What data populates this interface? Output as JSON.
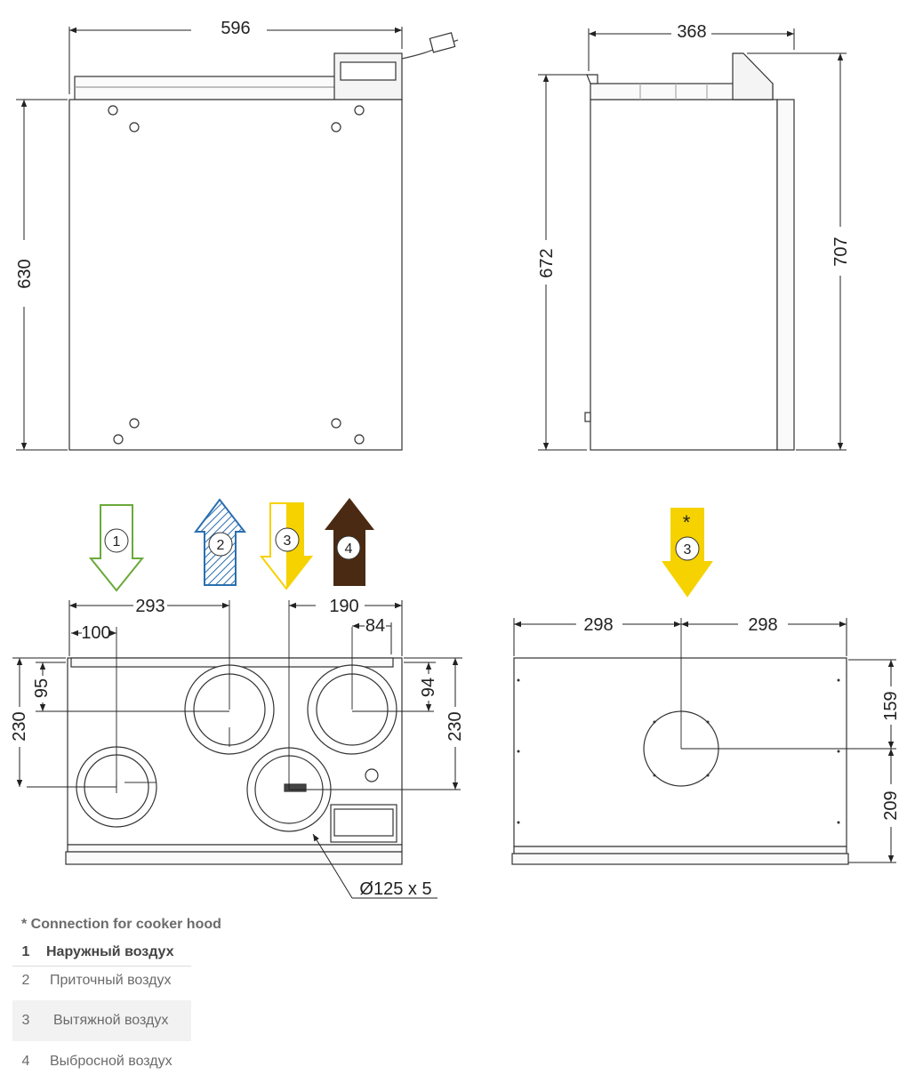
{
  "dimensions": {
    "front_width": "596",
    "front_height": "630",
    "side_depth": "368",
    "side_height_body": "672",
    "side_height_total": "707",
    "bottom_293": "293",
    "bottom_190": "190",
    "bottom_100": "100",
    "bottom_84": "84",
    "bottom_95": "95",
    "bottom_230_left": "230",
    "bottom_94": "94",
    "bottom_230_right": "230",
    "duct_spec": "Ø125 x 5",
    "top_298_left": "298",
    "top_298_right": "298",
    "top_159": "159",
    "top_209": "209"
  },
  "arrows": [
    {
      "num": "1",
      "direction": "down",
      "style": "outline",
      "color": "#6aaa3a"
    },
    {
      "num": "2",
      "direction": "up",
      "style": "hatched",
      "color": "#2a6fb0"
    },
    {
      "num": "3",
      "direction": "down",
      "style": "half-filled",
      "color": "#f5d200"
    },
    {
      "num": "4",
      "direction": "up",
      "style": "filled",
      "color": "#4a2a12"
    },
    {
      "num": "3",
      "direction": "down",
      "style": "half-filled",
      "color": "#f5d200"
    }
  ],
  "asterisk": "*",
  "legend": {
    "note": "* Connection for cooker hood",
    "items": [
      {
        "num": "1",
        "label": "Наружный воздух"
      },
      {
        "num": "2",
        "label": "Приточный воздух"
      },
      {
        "num": "3",
        "label": "Вытяжной воздух"
      },
      {
        "num": "4",
        "label": "Выбросной воздух"
      }
    ]
  }
}
